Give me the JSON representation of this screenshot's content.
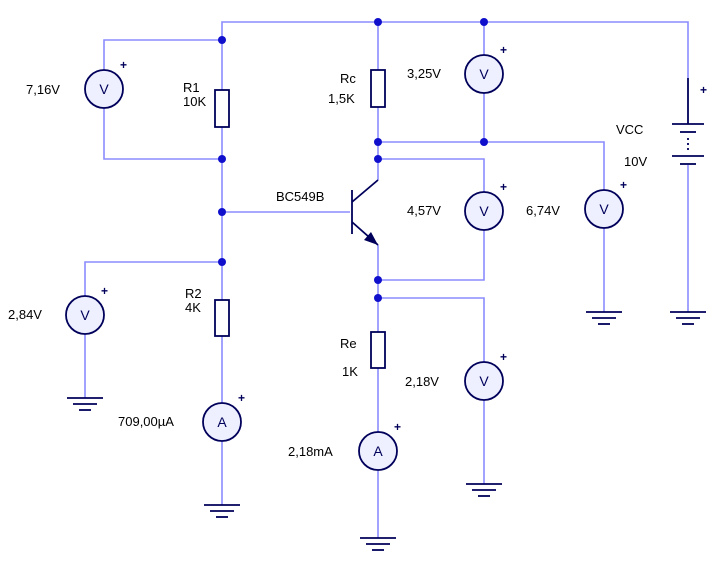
{
  "components": {
    "r1": {
      "name": "R1",
      "value": "10K"
    },
    "r2": {
      "name": "R2",
      "value": "4K"
    },
    "rc": {
      "name": "Rc",
      "value": "1,5K"
    },
    "re": {
      "name": "Re",
      "value": "1K"
    },
    "transistor": {
      "name": "BC549B"
    },
    "source": {
      "name": "VCC",
      "value": "10V"
    }
  },
  "meters": {
    "v_r1": "7,16V",
    "v_r2": "2,84V",
    "v_rc": "3,25V",
    "v_ce": "4,57V",
    "v_c": "6,74V",
    "v_e": "2,18V",
    "a_r2": "709,00µA",
    "a_re": "2,18mA"
  },
  "symbols": {
    "voltmeter": "V",
    "ammeter": "A",
    "plus": "+"
  },
  "colors": {
    "wire": "#8b8bff",
    "component": "#00005a",
    "node": "#1010cc"
  }
}
